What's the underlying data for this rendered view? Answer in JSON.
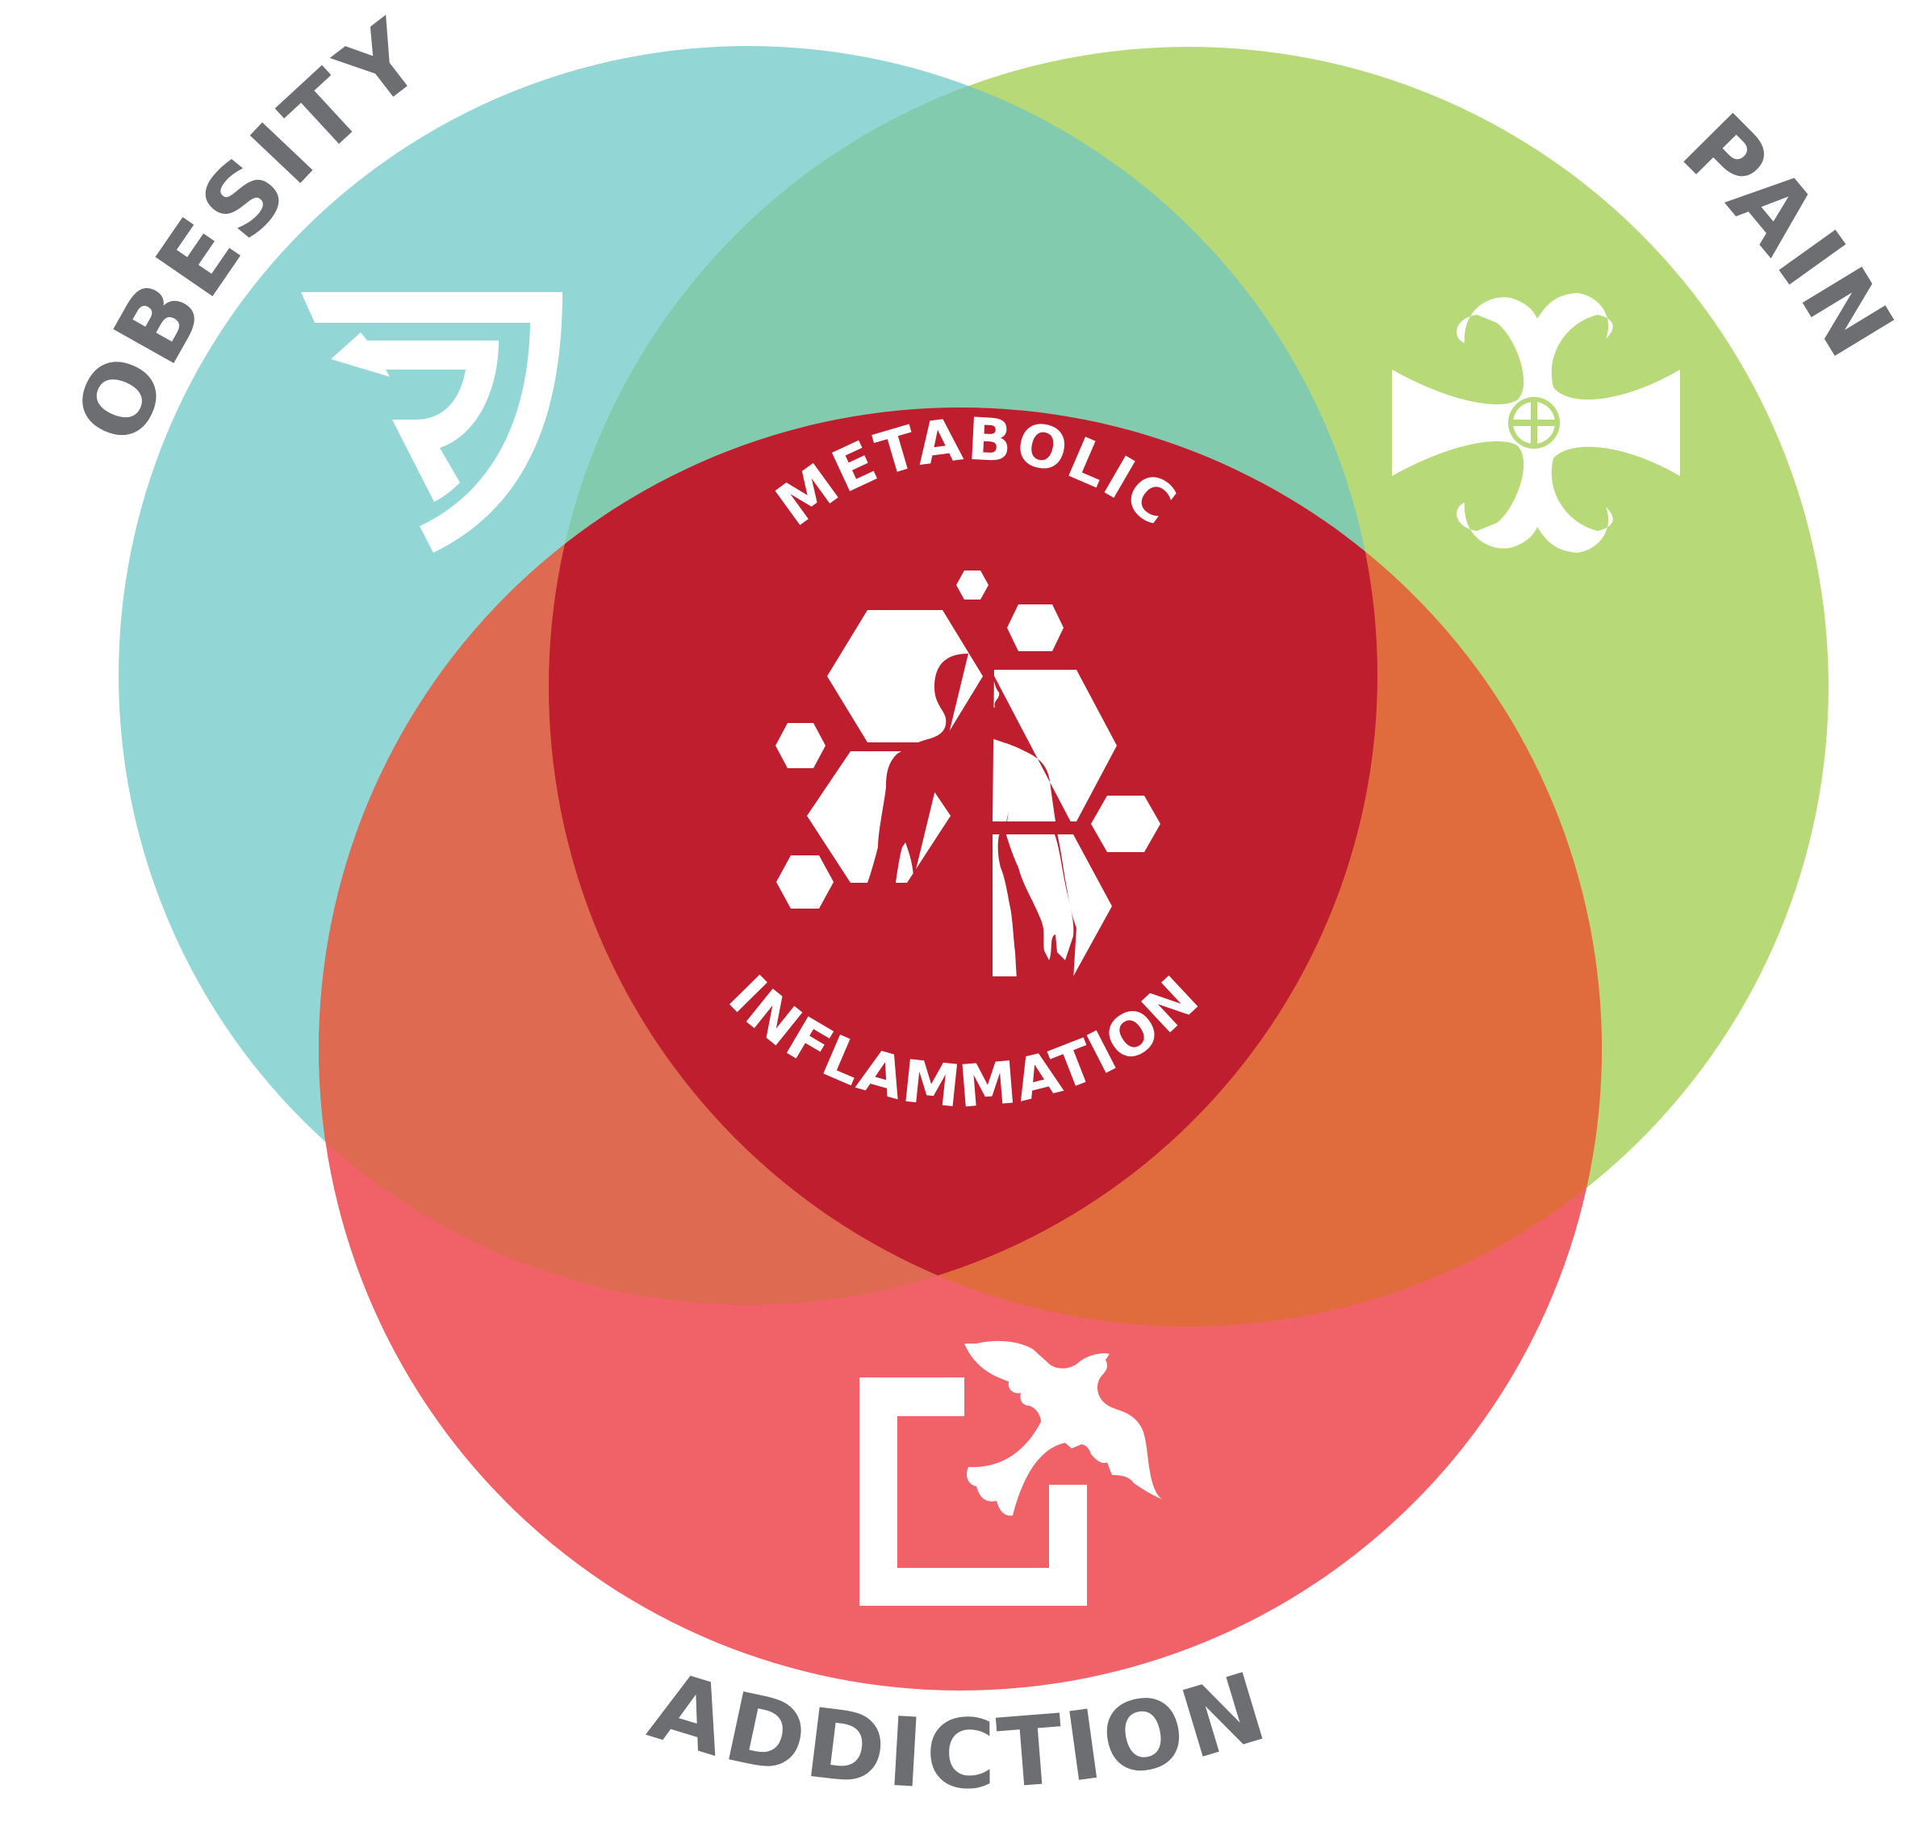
{
  "labels": {
    "obesity": "OBESITY",
    "pain": "PAIN",
    "addiction": "ADDICTION",
    "center_top": "METABOLIC",
    "center_bottom": "INFLAMMATION"
  },
  "colors": {
    "obesity": "#92d6d6",
    "pain": "#b8d977",
    "addiction": "#f06268",
    "obesity_pain": "#82cbae",
    "obesity_addiction": "#de6a52",
    "pain_addiction": "#e06c3d",
    "center": "#bf1e2e",
    "label_text": "#6d6e71",
    "icon": "#ffffff"
  },
  "icons": {
    "obesity": "stylized-r-icon",
    "pain": "ornamental-cross-icon",
    "addiction": "bird-cage-icon",
    "center": "human-hexagon-icon"
  }
}
